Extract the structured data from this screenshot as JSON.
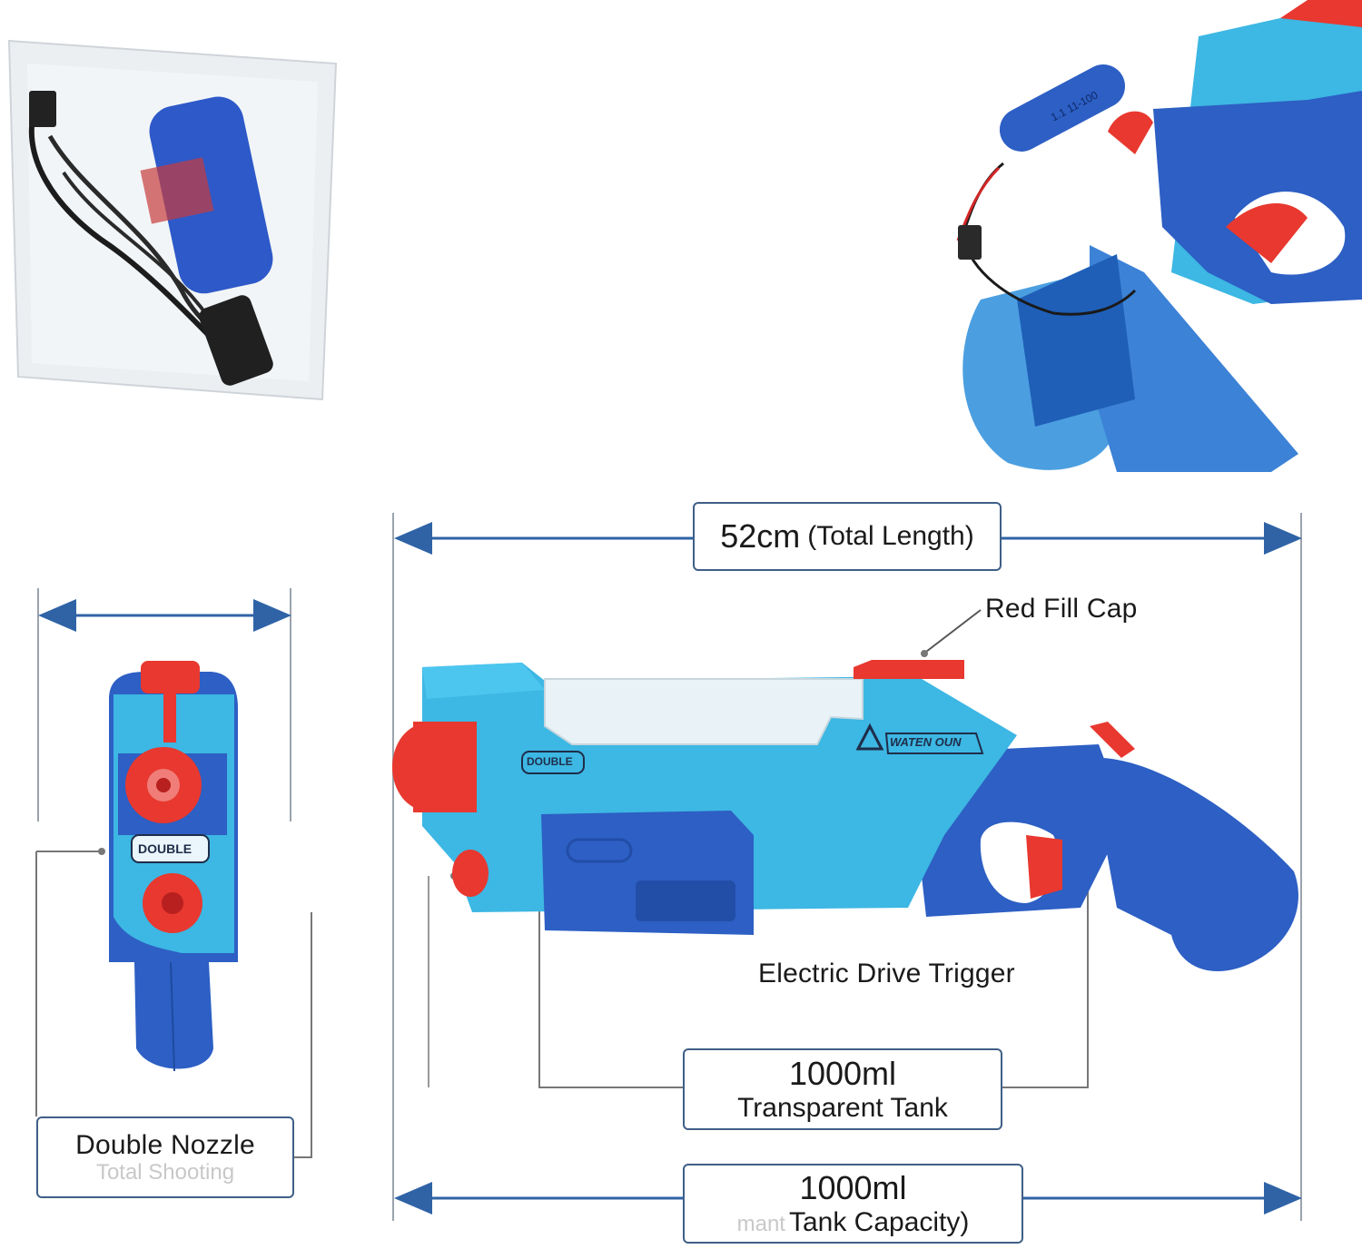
{
  "dimensions": {
    "total_length": {
      "value": "52cm",
      "note": "(Total Length)"
    },
    "capacity": {
      "value": "1000ml",
      "note": "Tank Capacity)",
      "prefix_faded": "mant"
    }
  },
  "callouts": {
    "fill_cap": "Red Fill Cap",
    "trigger": "Electric Drive Trigger",
    "tank": {
      "volume": "1000ml",
      "label": "Transparent Tank"
    },
    "nozzle": {
      "label": "Double Nozzle",
      "sub_faded": "Total Shooting"
    }
  },
  "decals": {
    "side_brand": "WATEN OUN",
    "side_badge": "DOUBLE",
    "front_badge": "DOUBLE",
    "battery_text": "1.1 11-100"
  },
  "colors": {
    "light_blue": "#3db7e3",
    "royal_blue": "#2d5fc4",
    "red": "#e8382f",
    "accent_line": "#2f63a6"
  }
}
